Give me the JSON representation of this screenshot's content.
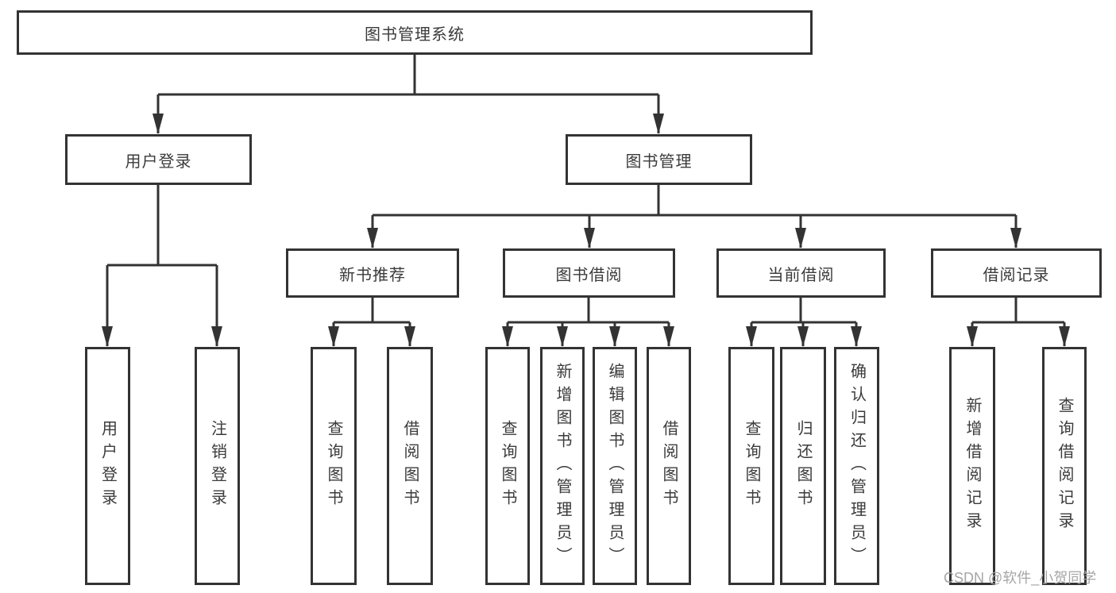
{
  "diagram": {
    "title": "图书管理系统",
    "branches": [
      {
        "label": "用户登录",
        "children": [
          {
            "label": "用户登录"
          },
          {
            "label": "注销登录"
          }
        ]
      },
      {
        "label": "图书管理",
        "children": [
          {
            "label": "新书推荐",
            "children": [
              {
                "label": "查询图书"
              },
              {
                "label": "借阅图书"
              }
            ]
          },
          {
            "label": "图书借阅",
            "children": [
              {
                "label": "查询图书"
              },
              {
                "label": "新增图书（管理员）"
              },
              {
                "label": "编辑图书（管理员）"
              },
              {
                "label": "借阅图书"
              }
            ]
          },
          {
            "label": "当前借阅",
            "children": [
              {
                "label": "查询图书"
              },
              {
                "label": "归还图书"
              },
              {
                "label": "确认归还（管理员）"
              }
            ]
          },
          {
            "label": "借阅记录",
            "children": [
              {
                "label": "新增借阅记录"
              },
              {
                "label": "查询借阅记录"
              }
            ]
          }
        ]
      }
    ]
  },
  "watermark": {
    "text": "CSDN @软件_小贺同学"
  },
  "colors": {
    "line": "#333333",
    "box_border": "#333333",
    "text": "#3b3b3b",
    "watermark": "#a6a6a6",
    "background": "#ffffff"
  }
}
